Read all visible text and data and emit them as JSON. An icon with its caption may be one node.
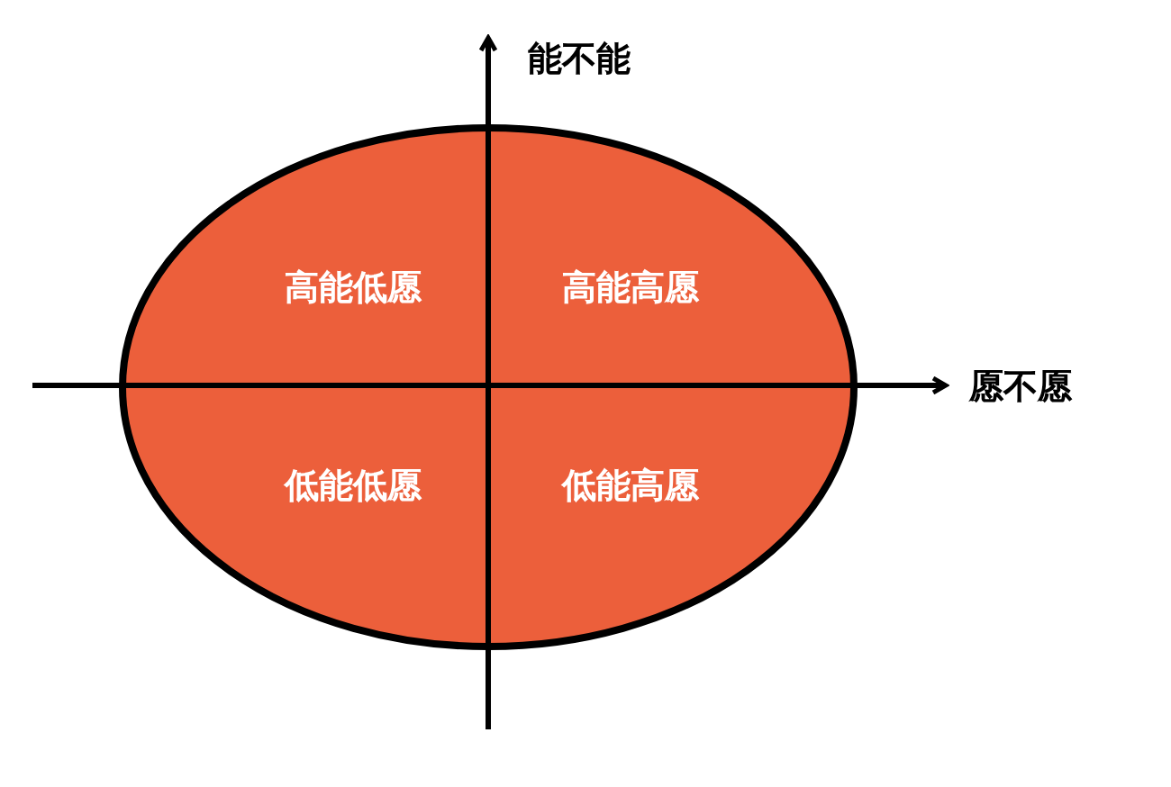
{
  "diagram": {
    "nodes": [
      {
        "text": [],
        "shape": "ellipse"
      },
      {
        "text": [
          "高能低愿"
        ],
        "in": 0
      },
      {
        "text": [
          "高能高愿"
        ],
        "in": 0
      },
      {
        "text": [
          "低能低愿"
        ],
        "in": 0
      },
      {
        "text": [
          "低能高愿"
        ],
        "in": 0
      }
    ],
    "labels": [
      "能不能",
      "愿不愿"
    ]
  }
}
